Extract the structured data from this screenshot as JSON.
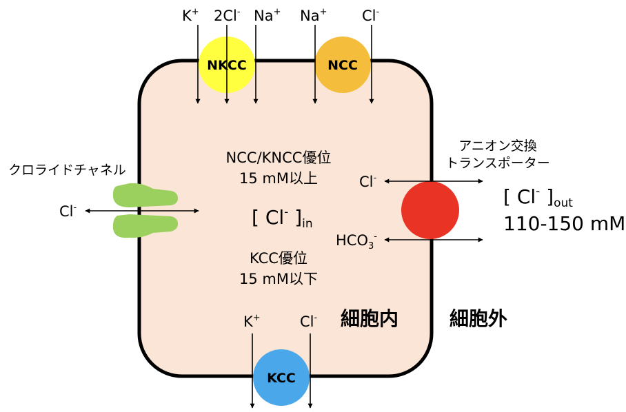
{
  "labels": {
    "nkcc_top": {
      "k": "K",
      "k_sup": "+",
      "cl": "2Cl",
      "cl_sup": "-",
      "na": "Na",
      "na_sup": "+"
    },
    "ncc_top": {
      "na": "Na",
      "na_sup": "+",
      "cl": "Cl",
      "cl_sup": "-"
    },
    "transporters": {
      "nkcc": "NKCC",
      "ncc": "NCC",
      "kcc": "KCC"
    },
    "channel": {
      "name": "クロライドチャネル",
      "ion": "Cl",
      "ion_sup": "-"
    },
    "inside": {
      "ncc_line1": "NCC/KNCC優位",
      "ncc_line2": "15 mM以上",
      "cl_open": "[ Cl",
      "cl_sup": "-",
      "cl_close": " ]",
      "cl_sub": "in",
      "kcc_line1": "KCC優位",
      "kcc_line2": "15 mM以下",
      "region": "細胞内"
    },
    "exchanger": {
      "name_line1": "アニオン交換",
      "name_line2": "トランスポーター",
      "cl": "Cl",
      "cl_sup": "-",
      "hco3": "HCO",
      "hco3_sub": "3",
      "hco3_sup": "-"
    },
    "outside": {
      "cl_open": "[ Cl",
      "cl_sup": "-",
      "cl_close": " ]",
      "cl_sub": "out",
      "range": "110-150 mM",
      "region": "細胞外"
    },
    "kcc_bottom": {
      "k": "K",
      "k_sup": "+",
      "cl": "Cl",
      "cl_sup": "-"
    }
  },
  "colors": {
    "cell_fill": "#fbe5d6",
    "cell_stroke": "#000000",
    "nkcc": "#ffff40",
    "ncc": "#f4be3c",
    "kcc": "#4aa8ea",
    "exchanger": "#e93324",
    "channel": "#9bcf5e"
  }
}
